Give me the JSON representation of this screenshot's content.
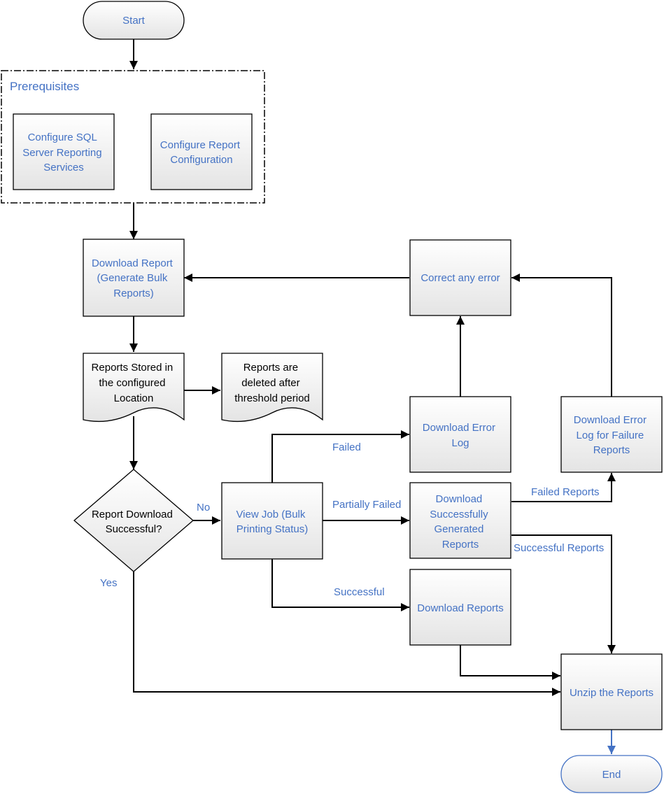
{
  "colors": {
    "text_blue": "#4472c4",
    "text_dark": "#000000",
    "node_fill_top": "#ffffff",
    "node_fill_bottom": "#e4e4e4",
    "end_arrow": "#4472c4"
  },
  "nodes": {
    "start": "Start",
    "prerequisites_title": "Prerequisites",
    "configure_ssrs": [
      "Configure SQL",
      "Server Reporting",
      "Services"
    ],
    "configure_report_config": [
      "Configure Report",
      "Configuration"
    ],
    "download_report": [
      "Download Report",
      "(Generate Bulk",
      "Reports)"
    ],
    "reports_stored": [
      "Reports Stored in",
      "the configured",
      "Location"
    ],
    "reports_deleted": [
      "Reports are",
      "deleted after",
      "threshold period"
    ],
    "decision": [
      "Report Download",
      "Successful?"
    ],
    "view_job": [
      "View Job (Bulk",
      "Printing Status)"
    ],
    "correct_error": "Correct any error",
    "download_error_log": [
      "Download Error",
      "Log"
    ],
    "download_error_log_failure": [
      "Download Error",
      "Log for Failure",
      "Reports"
    ],
    "download_successfully_generated": [
      "Download",
      "Successfully",
      "Generated",
      "Reports"
    ],
    "download_reports": "Download Reports",
    "unzip_reports": "Unzip the Reports",
    "end": "End"
  },
  "edges": {
    "no": "No",
    "yes": "Yes",
    "failed": "Failed",
    "partially_failed": "Partially Failed",
    "successful": "Successful",
    "failed_reports": "Failed Reports",
    "successful_reports": "Successful Reports"
  }
}
